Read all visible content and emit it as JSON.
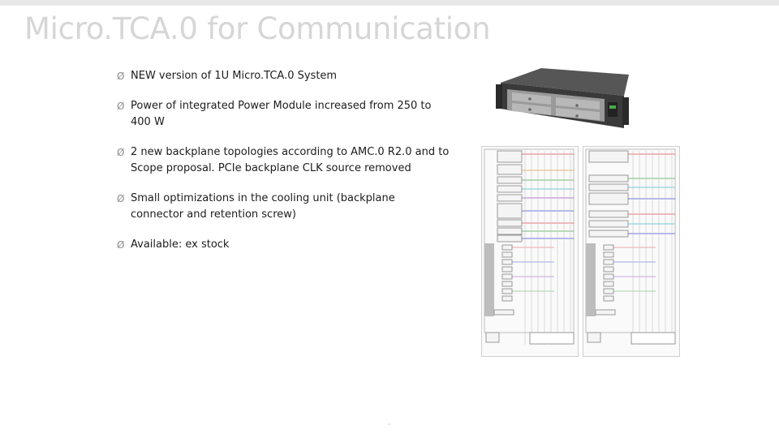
{
  "slide": {
    "title": "Micro.TCA.0 for Communication",
    "bullet_glyph": "Ø",
    "bullets": [
      "NEW version of 1U Micro.TCA.0 System",
      "Power of integrated Power Module increased from 250 to 400 W",
      "2 new backplane topologies according to AMC.0 R2.0 and to Scope proposal. PCIe backplane CLK source removed",
      "Small optimizations in the cooling unit (backplane connector and retention screw)",
      "Available: ex stock"
    ]
  },
  "colors": {
    "title": "#d6d6d6",
    "text": "#1c1c1c",
    "bullet": "#8c8c8c",
    "chassis_body": "#3a3a3a",
    "chassis_front": "#9a9a9a",
    "line_red": "#e05050",
    "line_blue": "#4050d0",
    "line_green": "#4aa84a",
    "line_cyan": "#40b8c8",
    "line_purple": "#a050c0",
    "line_orange": "#e0a040"
  }
}
